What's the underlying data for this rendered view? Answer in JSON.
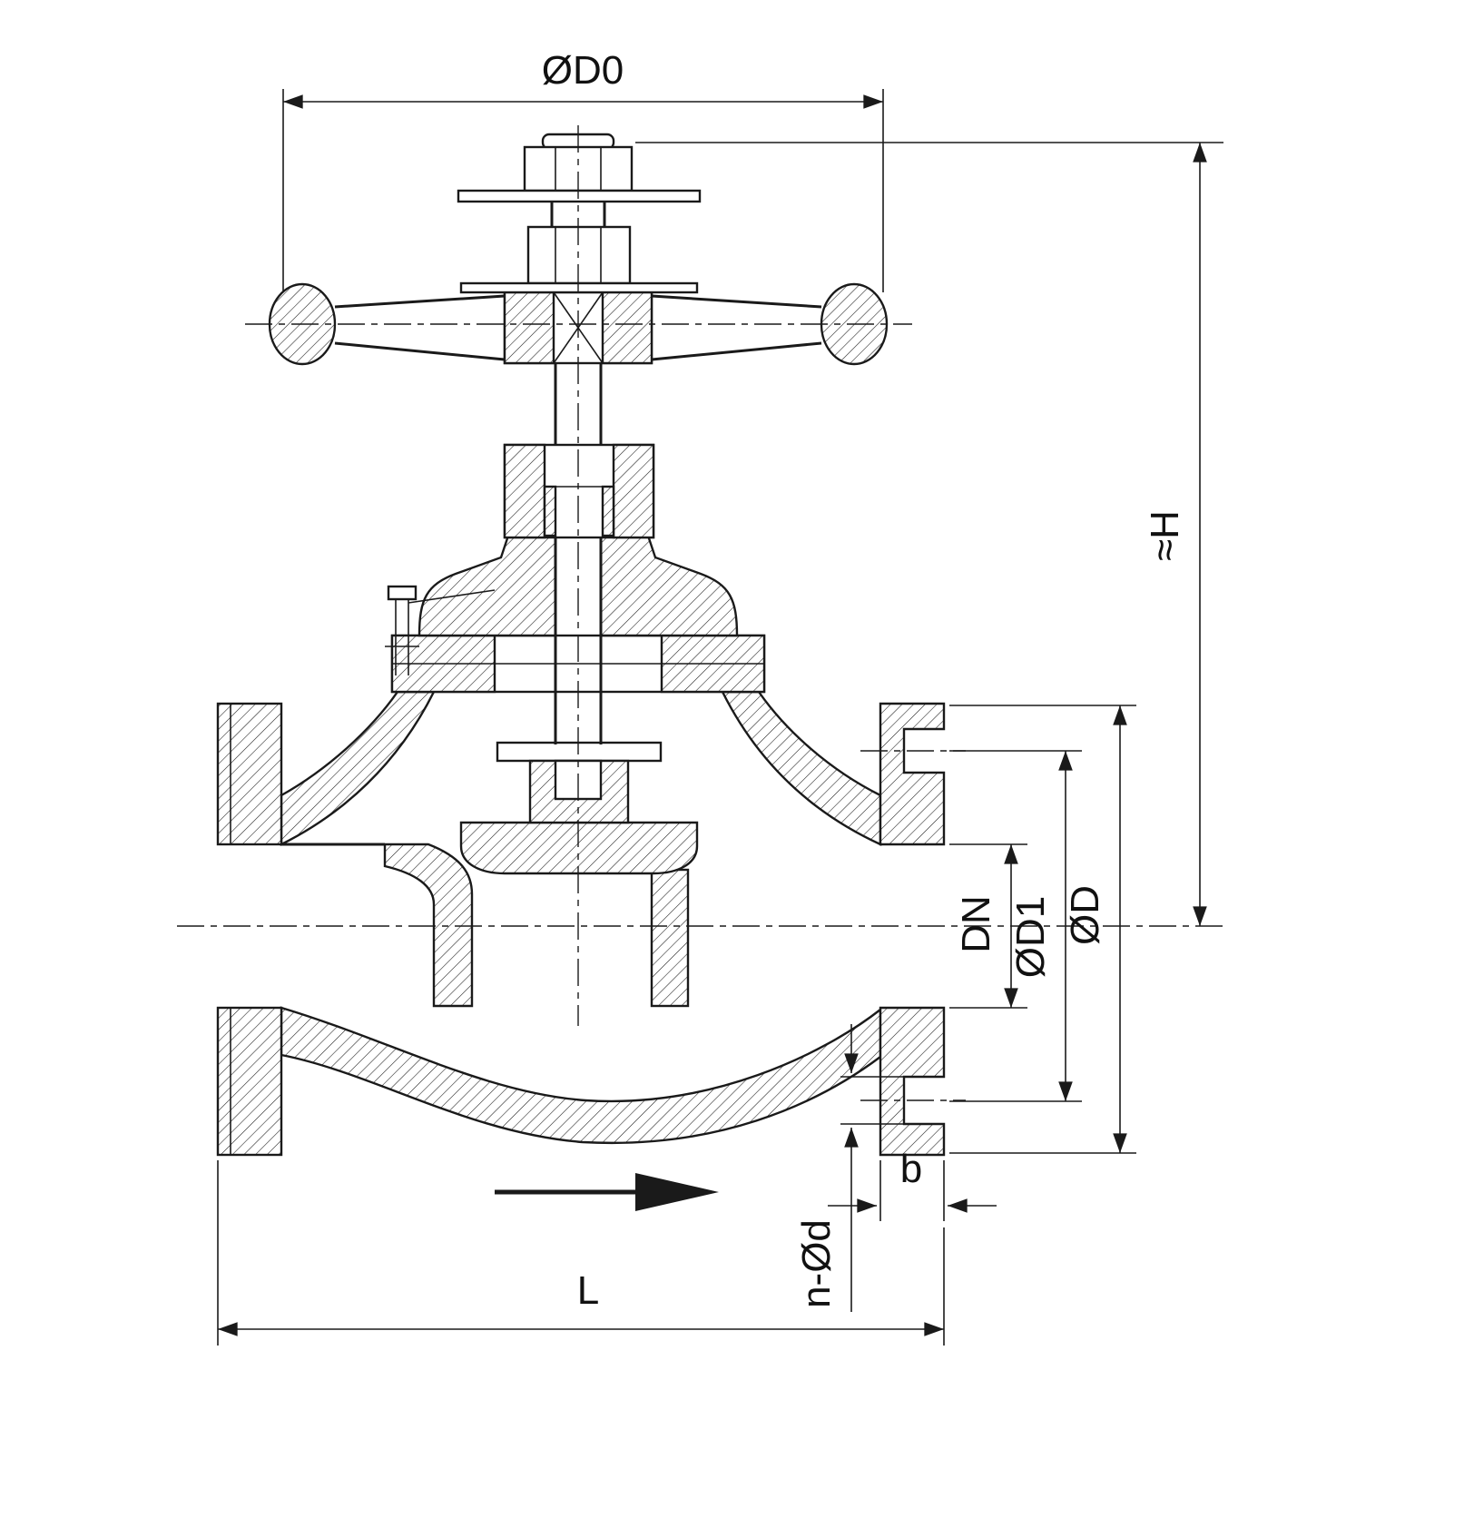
{
  "drawing": {
    "colors": {
      "line": "#1a1a1a",
      "background": "#ffffff"
    },
    "dimensions": {
      "handwheel_diameter": "ØD0",
      "height": "≈H",
      "nominal_bore": "DN",
      "bolt_circle_diameter": "ØD1",
      "flange_outer_diameter": "ØD",
      "flange_thickness": "b",
      "bolt_holes": "n-Ød",
      "face_to_face_length": "L"
    }
  }
}
